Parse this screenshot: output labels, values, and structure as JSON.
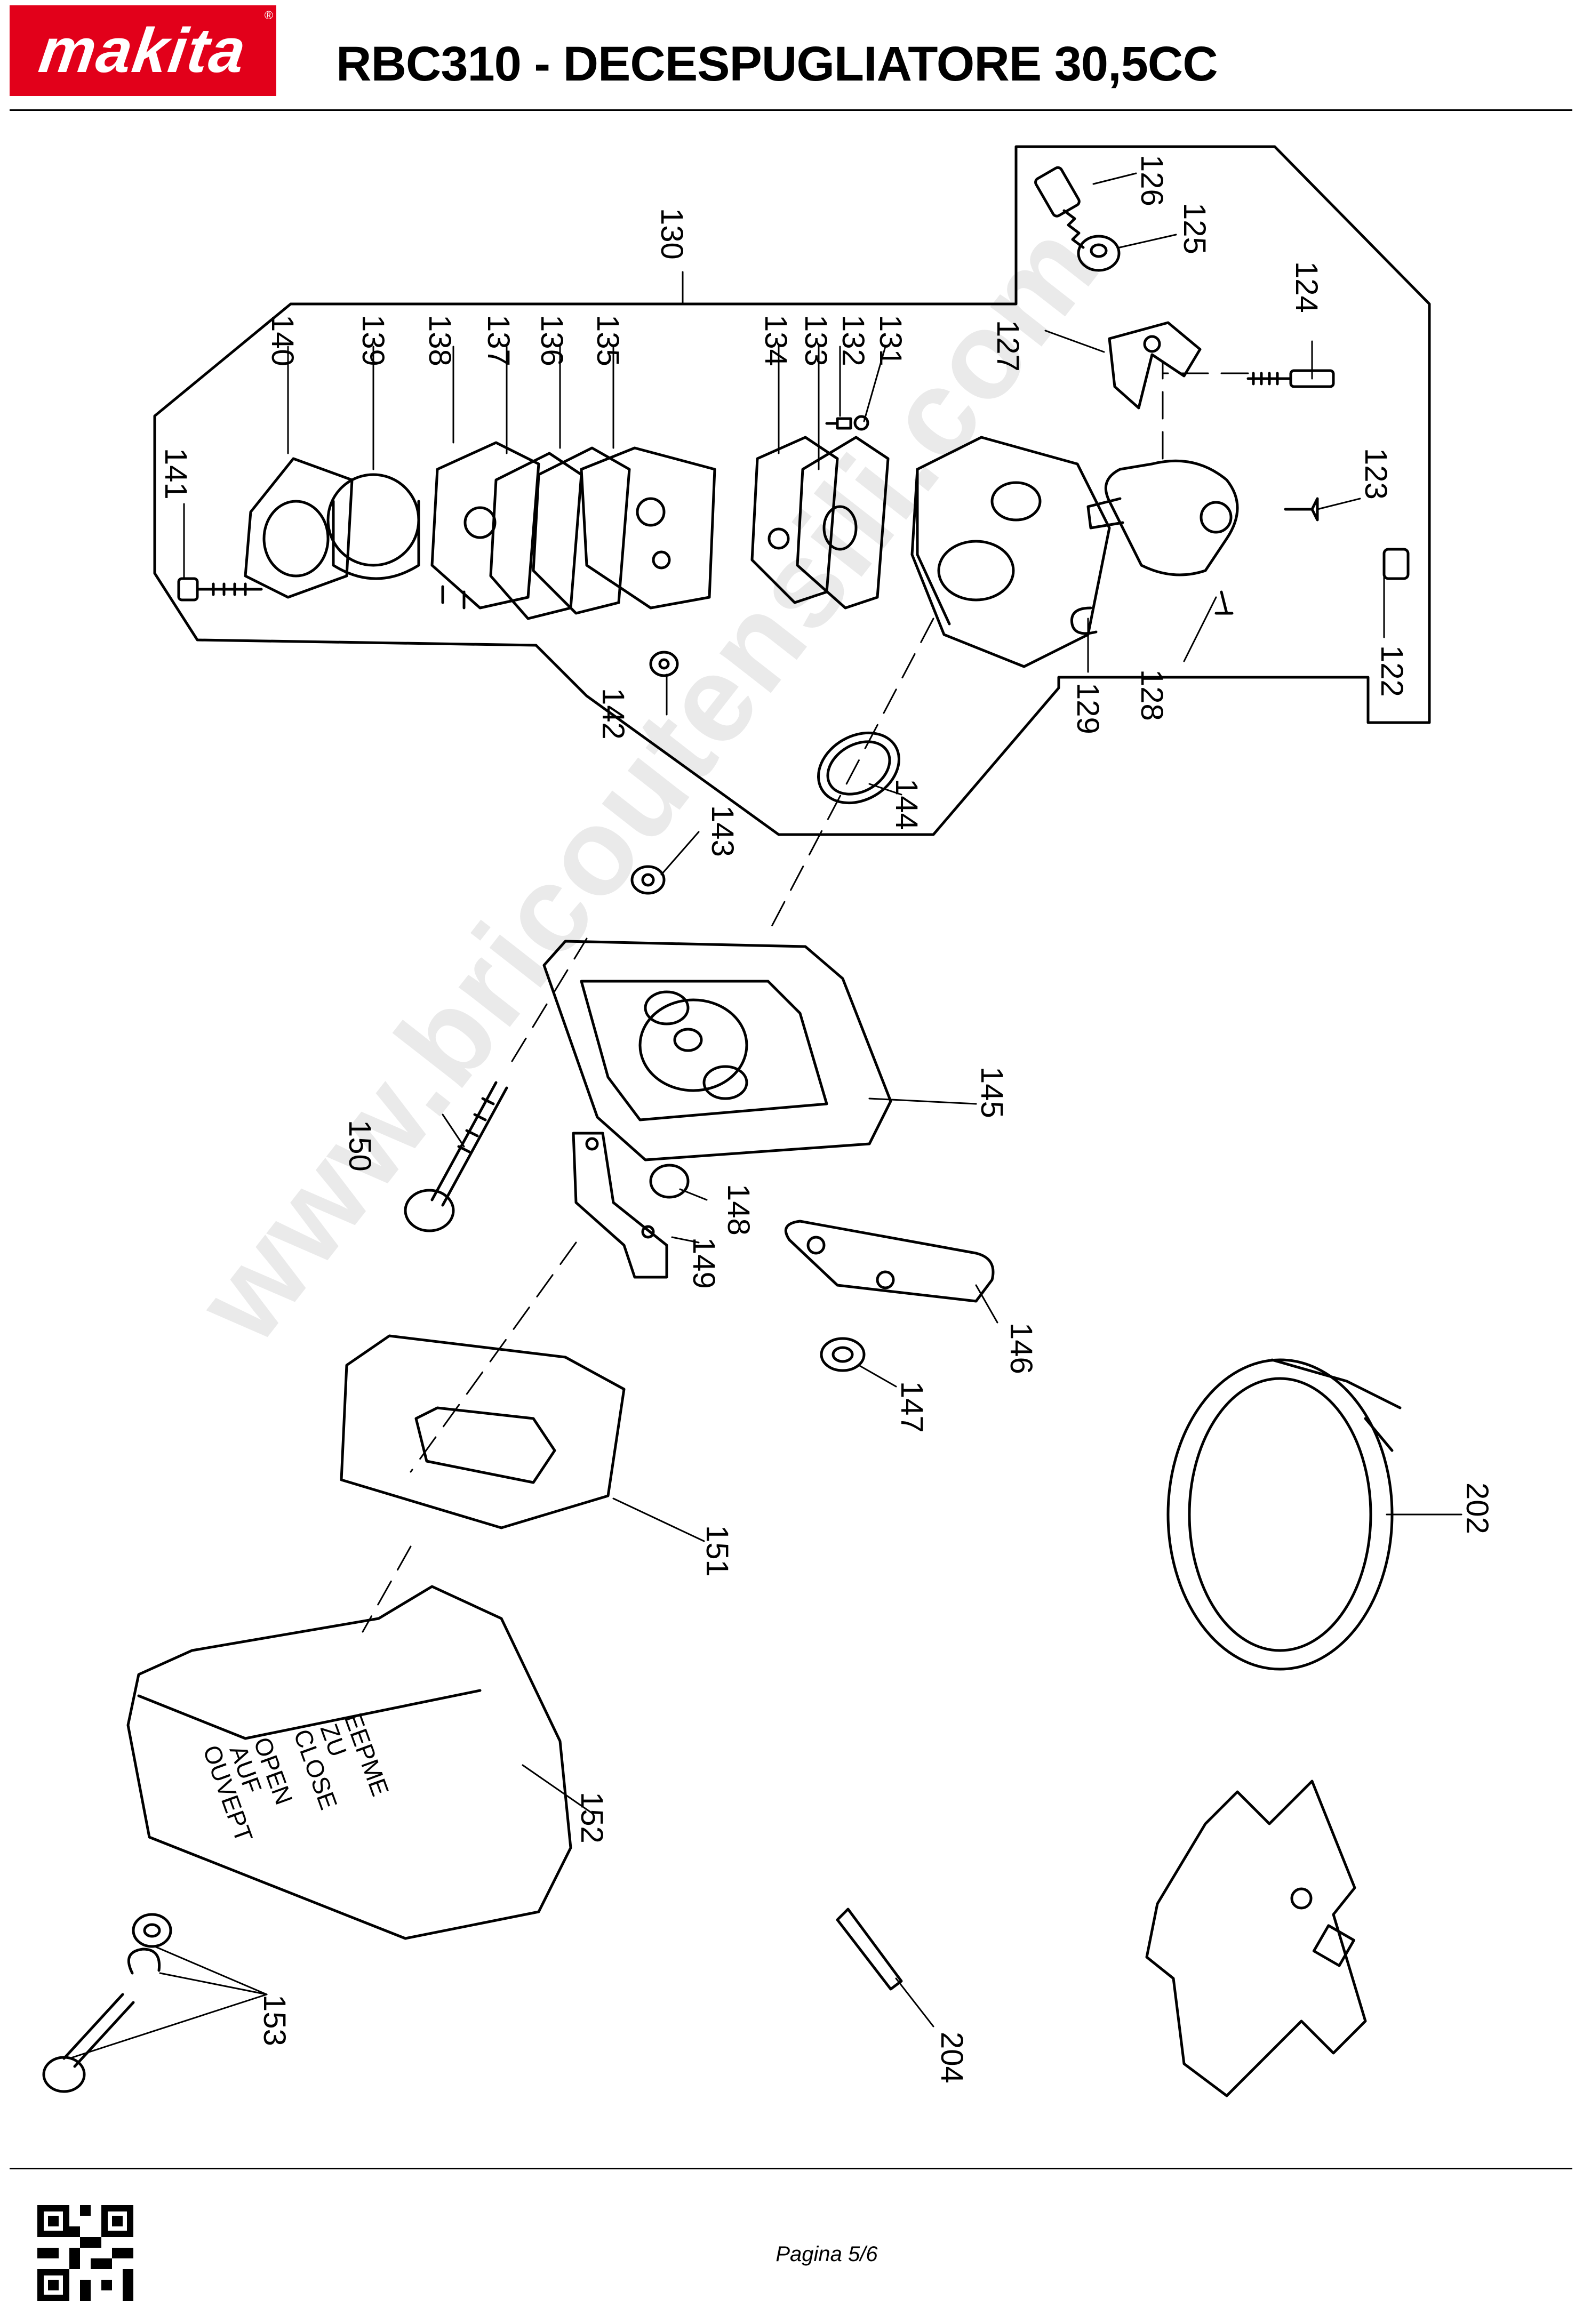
{
  "header": {
    "brand": "makita",
    "brand_color": "#e2001a",
    "title": "RBC310 - DECESPUGLIATORE 30,5CC"
  },
  "watermark": "www.bricoutensili.com",
  "callouts": {
    "c122": "122",
    "c123": "123",
    "c124": "124",
    "c125": "125",
    "c126": "126",
    "c127": "127",
    "c128": "128",
    "c129": "129",
    "c130": "130",
    "c131": "131",
    "c132": "132",
    "c133": "133",
    "c134": "134",
    "c135": "135",
    "c136": "136",
    "c137": "137",
    "c138": "138",
    "c139": "139",
    "c140": "140",
    "c141": "141",
    "c142": "142",
    "c143": "143",
    "c144": "144",
    "c145": "145",
    "c146": "146",
    "c147": "147",
    "c148": "148",
    "c149": "149",
    "c150": "150",
    "c151": "151",
    "c152": "152",
    "c153": "153",
    "c202": "202",
    "c204": "204"
  },
  "cover_labels": {
    "lines": [
      "OPEN",
      "AUF",
      "OUVEPT",
      "EEPME",
      "ZU",
      "CLOSE"
    ]
  },
  "footer": {
    "page": "Pagina 5/6",
    "qr_icon": "qr-code-icon"
  }
}
